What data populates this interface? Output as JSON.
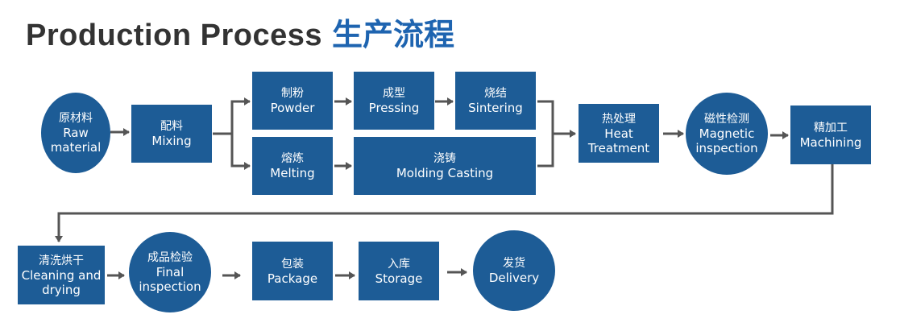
{
  "title": {
    "en": "Production Process",
    "cn": "生产流程"
  },
  "colors": {
    "node_fill": "#1d5c96",
    "title_dark": "#333333",
    "title_accent": "#1e64b0",
    "connector": "#555555"
  },
  "nodes": {
    "raw_material": {
      "cn": "原材料",
      "en1": "Raw",
      "en2": "material",
      "shape": "circle"
    },
    "mixing": {
      "cn": "配料",
      "en1": "Mixing",
      "shape": "rect"
    },
    "powder": {
      "cn": "制粉",
      "en1": "Powder",
      "shape": "rect"
    },
    "pressing": {
      "cn": "成型",
      "en1": "Pressing",
      "shape": "rect"
    },
    "sintering": {
      "cn": "烧结",
      "en1": "Sintering",
      "shape": "rect"
    },
    "melting": {
      "cn": "熔炼",
      "en1": "Melting",
      "shape": "rect"
    },
    "molding_casting": {
      "cn": "浇铸",
      "en1": "Molding Casting",
      "shape": "rect"
    },
    "heat_treatment": {
      "cn": "热处理",
      "en1": "Heat",
      "en2": "Treatment",
      "shape": "rect"
    },
    "magnetic_inspection": {
      "cn": "磁性检测",
      "en1": "Magnetic",
      "en2": "inspection",
      "shape": "circle"
    },
    "machining": {
      "cn": "精加工",
      "en1": "Machining",
      "shape": "rect"
    },
    "cleaning_drying": {
      "cn": "清洗烘干",
      "en1": "Cleaning and",
      "en2": "drying",
      "shape": "rect"
    },
    "final_inspection": {
      "cn": "成品检验",
      "en1": "Final",
      "en2": "inspection",
      "shape": "circle"
    },
    "package": {
      "cn": "包装",
      "en1": "Package",
      "shape": "rect"
    },
    "storage": {
      "cn": "入库",
      "en1": "Storage",
      "shape": "rect"
    },
    "delivery": {
      "cn": "发货",
      "en1": "Delivery",
      "shape": "circle"
    }
  },
  "flow": [
    [
      "raw_material",
      "mixing"
    ],
    [
      "mixing",
      "powder"
    ],
    [
      "mixing",
      "melting"
    ],
    [
      "powder",
      "pressing"
    ],
    [
      "pressing",
      "sintering"
    ],
    [
      "melting",
      "molding_casting"
    ],
    [
      "sintering",
      "heat_treatment"
    ],
    [
      "molding_casting",
      "heat_treatment"
    ],
    [
      "heat_treatment",
      "magnetic_inspection"
    ],
    [
      "magnetic_inspection",
      "machining"
    ],
    [
      "machining",
      "cleaning_drying"
    ],
    [
      "cleaning_drying",
      "final_inspection"
    ],
    [
      "final_inspection",
      "package"
    ],
    [
      "package",
      "storage"
    ],
    [
      "storage",
      "delivery"
    ]
  ]
}
